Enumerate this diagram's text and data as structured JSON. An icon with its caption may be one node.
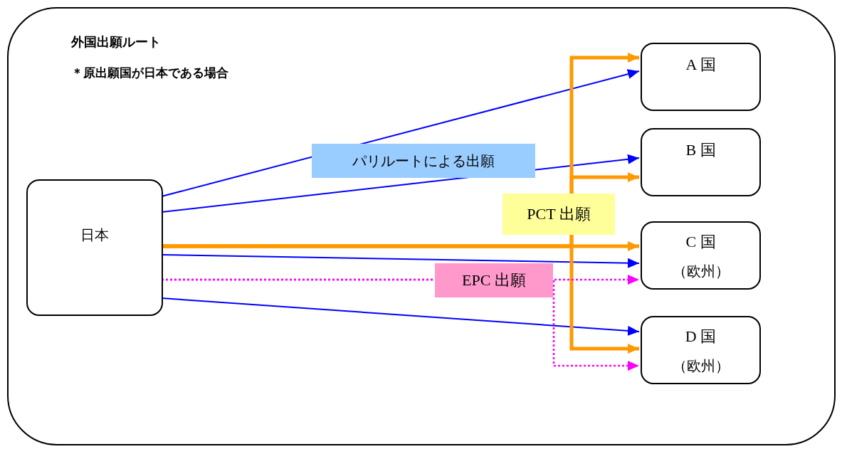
{
  "diagram": {
    "nodes": [
      {
        "text": [
          "外国出願ルート",
          "＊原出願国が日本である場合"
        ]
      },
      {
        "text": [
          "日本"
        ],
        "in": 0
      },
      {
        "text": [
          "A 国"
        ],
        "in": 0
      },
      {
        "text": [
          "B 国"
        ],
        "in": 0
      },
      {
        "text": [
          "C 国",
          "（欧州）"
        ],
        "in": 0
      },
      {
        "text": [
          "D 国",
          "（欧州）"
        ],
        "in": 0
      }
    ],
    "edges": [
      {
        "from": 1,
        "to": 2,
        "arrow": "to",
        "color": "#0000ff",
        "label": "パリルートによる出願"
      },
      {
        "from": 1,
        "to": 3,
        "arrow": "to",
        "color": "#0000ff"
      },
      {
        "from": 1,
        "to": 4,
        "arrow": "to",
        "color": "#0000ff"
      },
      {
        "from": 1,
        "to": 5,
        "arrow": "to",
        "color": "#0000ff"
      },
      {
        "from": 1,
        "to": 4,
        "arrow": "to",
        "style": "thick",
        "color": "#ff9900"
      },
      {
        "from": 1,
        "to": 2,
        "arrow": "to",
        "style": "thick",
        "color": "#ff9900",
        "label": "PCT 出願"
      },
      {
        "from": 1,
        "to": 3,
        "arrow": "to",
        "style": "thick",
        "color": "#ff9900"
      },
      {
        "from": 1,
        "to": 5,
        "arrow": "to",
        "style": "thick",
        "color": "#ff9900"
      },
      {
        "from": 1,
        "to": 4,
        "arrow": "to",
        "style": "dashed",
        "color": "#ff00ff",
        "label": "EPC 出願"
      },
      {
        "from": 1,
        "to": 5,
        "arrow": "to",
        "style": "dashed",
        "color": "#ff00ff"
      }
    ]
  }
}
